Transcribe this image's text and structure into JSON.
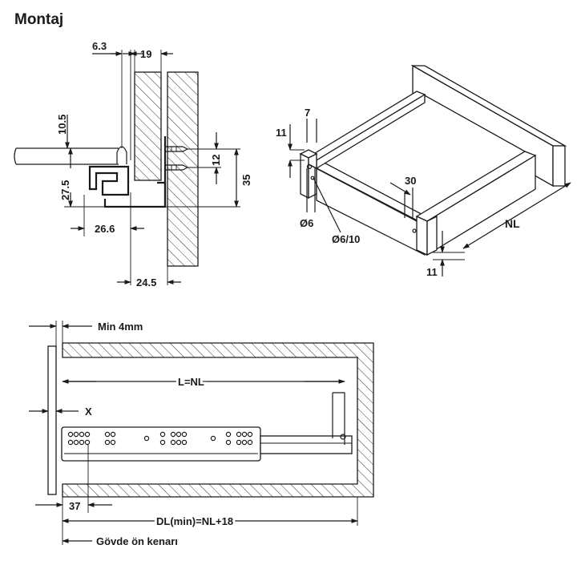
{
  "title": "Montaj",
  "section_view": {
    "dims": {
      "d6_3": "6.3",
      "d19": "19",
      "d10_5": "10.5",
      "d27_5": "27.5",
      "d12": "12",
      "d35": "35",
      "d26_6": "26.6",
      "d24_5": "24.5"
    }
  },
  "iso_view": {
    "dims": {
      "d7": "7",
      "d11_top": "11",
      "d6_dia": "Ø6",
      "d6_10": "Ø6/10",
      "d30": "30",
      "nl": "NL",
      "d11_bottom": "11"
    }
  },
  "plan_view": {
    "labels": {
      "min4": "Min 4mm",
      "l_eq_nl": "L=NL",
      "x": "X",
      "d37": "37",
      "dl_min": "DL(min)=NL+18",
      "front_edge": "Gövde ön kenarı"
    }
  }
}
